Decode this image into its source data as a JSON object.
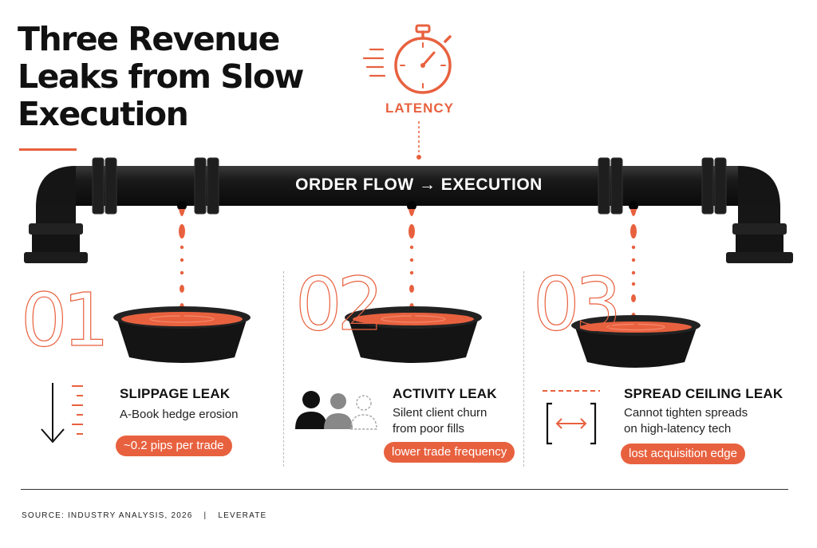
{
  "title": "Three Revenue Leaks from Slow Execution",
  "latency": {
    "label": "LATENCY",
    "icon": "stopwatch-icon"
  },
  "pipe": {
    "label": "ORDER FLOW → EXECUTION"
  },
  "colors": {
    "accent": "#e8613f",
    "pipe": "#1b1b1b",
    "text": "#111111"
  },
  "leaks": [
    {
      "number": "01",
      "title": "SLIPPAGE LEAK",
      "description": "A-Book hedge erosion",
      "badge": "~0.2 pips per trade",
      "icon": "down-arrow-ruler-icon"
    },
    {
      "number": "02",
      "title": "ACTIVITY LEAK",
      "description": "Silent client churn from poor fills",
      "badge": "lower trade frequency",
      "icon": "users-fading-icon"
    },
    {
      "number": "03",
      "title": "SPREAD CEILING LEAK",
      "description": "Cannot tighten spreads on high-latency tech",
      "badge": "lost acquisition edge",
      "icon": "spread-bracket-icon"
    }
  ],
  "footer": {
    "source": "SOURCE: INDUSTRY ANALYSIS, 2026",
    "separator": "|",
    "brand": "LEVERATE"
  }
}
